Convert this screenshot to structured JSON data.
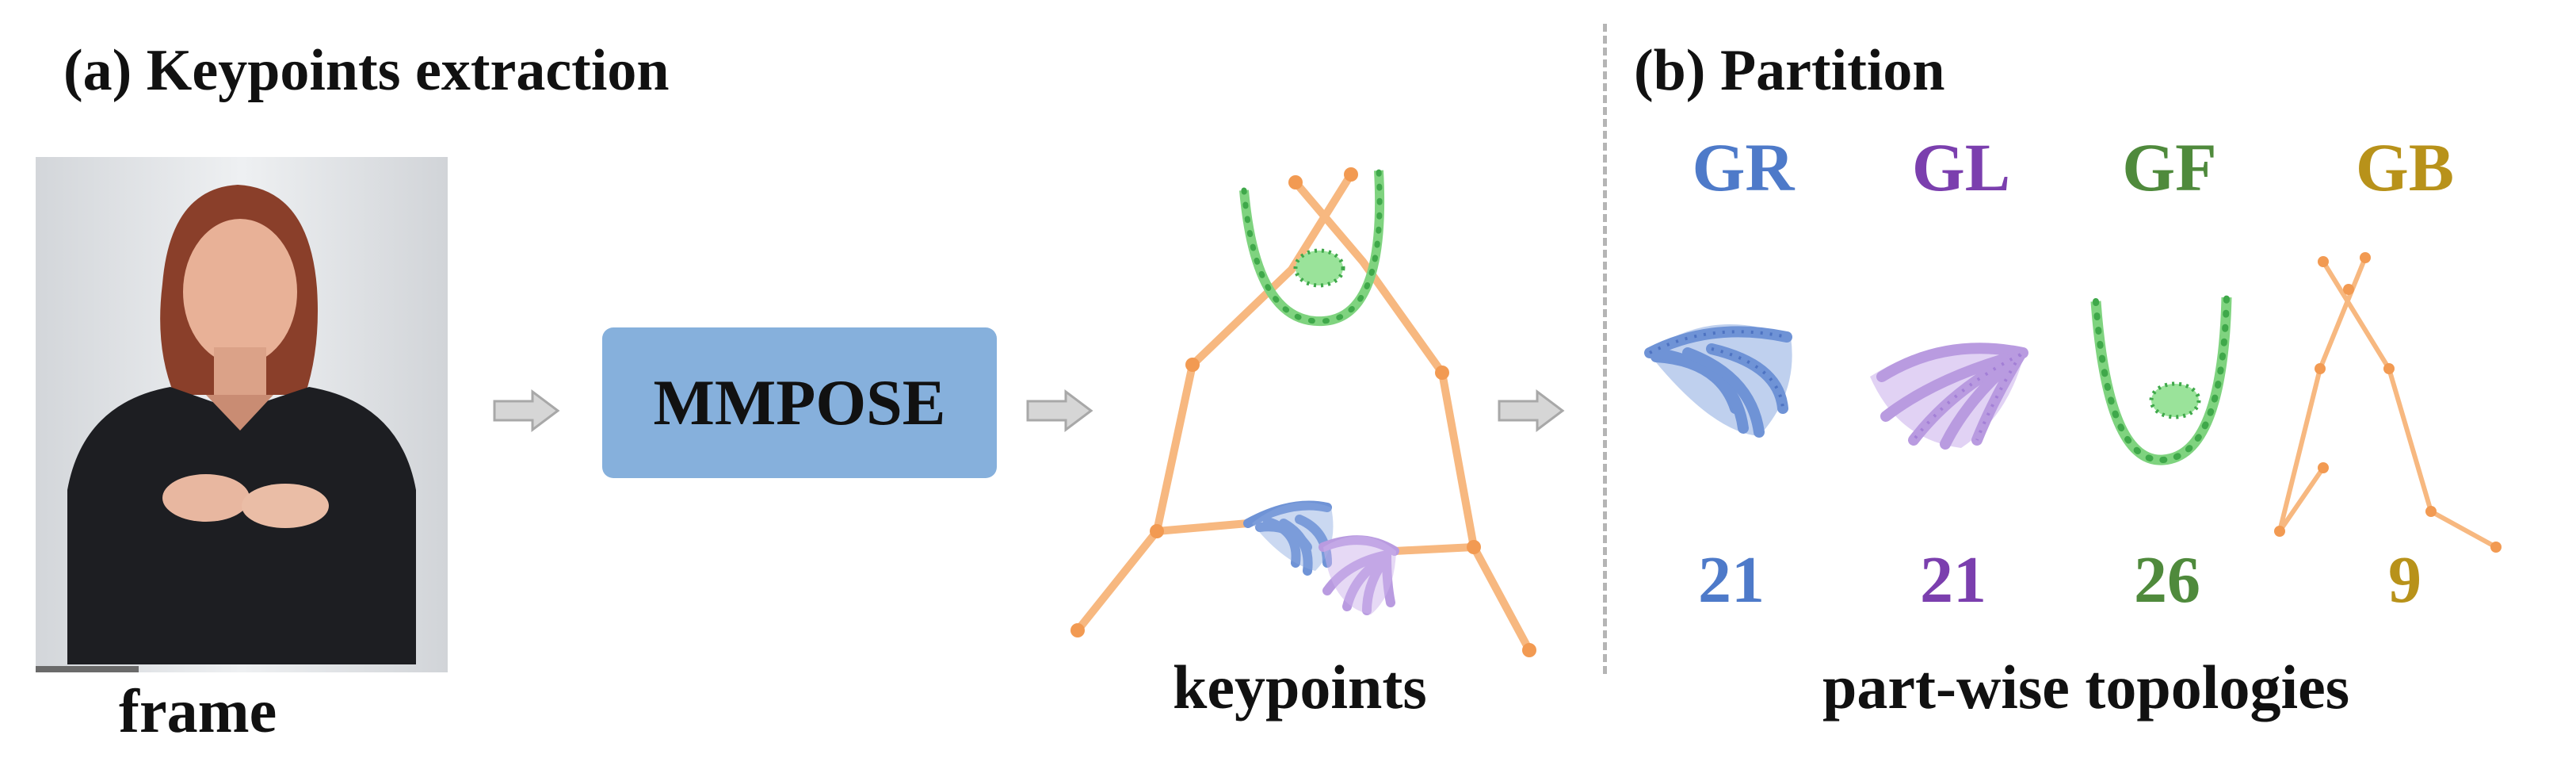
{
  "panel_a": {
    "title": "(a) Keypoints extraction",
    "frame_label": "frame",
    "model_label": "MMPOSE",
    "keypoints_label": "keypoints"
  },
  "panel_b": {
    "title": "(b) Partition",
    "caption": "part-wise topologies",
    "groups": [
      {
        "label": "GR",
        "count": "21",
        "color": "#4e7ac9"
      },
      {
        "label": "GL",
        "count": "21",
        "color": "#7b3fae"
      },
      {
        "label": "GF",
        "count": "26",
        "color": "#4f8a3c"
      },
      {
        "label": "GB",
        "count": "9",
        "color": "#b8921a"
      }
    ]
  },
  "colors": {
    "body": "#f7b880",
    "body_joint": "#f29a52",
    "right_hand": "#6f93d6",
    "left_hand": "#b99be0",
    "face": "#7fd37f",
    "face_dot": "#3fa84a",
    "mmpose_box": "#86b0dc",
    "arrow": "#c9c9c9"
  }
}
